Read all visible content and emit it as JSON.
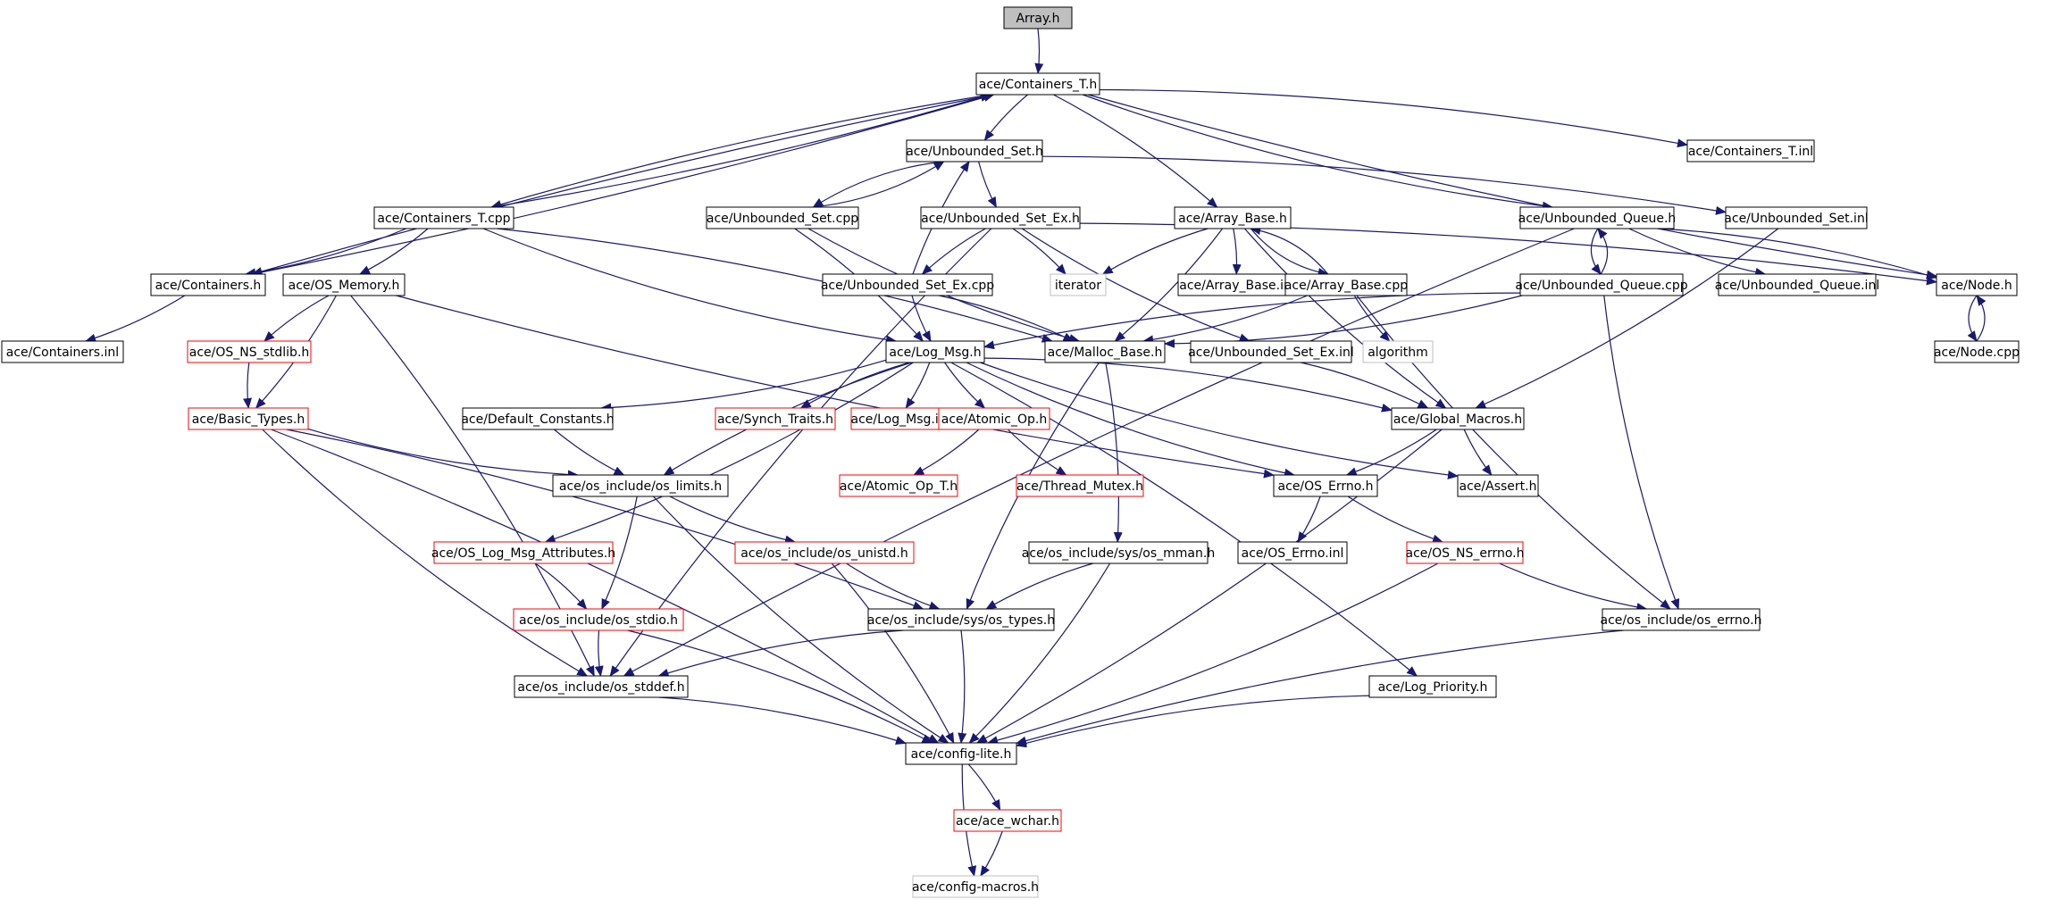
{
  "colors": {
    "edge": "#191970",
    "black_box": "#000000",
    "red_box": "#ff0000",
    "gray_box": "#bfbfbf",
    "root_fill": "#bfbfbf",
    "text": "#000000"
  },
  "nodes": [
    {
      "id": "array_h",
      "label": "Array.h",
      "style": "root"
    },
    {
      "id": "containers_t_h",
      "label": "ace/Containers_T.h",
      "style": "black"
    },
    {
      "id": "unbounded_set_h",
      "label": "ace/Unbounded_Set.h",
      "style": "black"
    },
    {
      "id": "containers_t_inl",
      "label": "ace/Containers_T.inl",
      "style": "black"
    },
    {
      "id": "containers_t_cpp",
      "label": "ace/Containers_T.cpp",
      "style": "black"
    },
    {
      "id": "unbounded_set_cpp",
      "label": "ace/Unbounded_Set.cpp",
      "style": "black"
    },
    {
      "id": "unbounded_set_ex_h",
      "label": "ace/Unbounded_Set_Ex.h",
      "style": "black"
    },
    {
      "id": "array_base_h",
      "label": "ace/Array_Base.h",
      "style": "black"
    },
    {
      "id": "unbounded_queue_h",
      "label": "ace/Unbounded_Queue.h",
      "style": "black"
    },
    {
      "id": "unbounded_set_inl",
      "label": "ace/Unbounded_Set.inl",
      "style": "black"
    },
    {
      "id": "containers_h",
      "label": "ace/Containers.h",
      "style": "black"
    },
    {
      "id": "os_memory_h",
      "label": "ace/OS_Memory.h",
      "style": "black"
    },
    {
      "id": "unbounded_set_ex_cpp",
      "label": "ace/Unbounded_Set_Ex.cpp",
      "style": "black"
    },
    {
      "id": "iterator",
      "label": "iterator",
      "style": "gray"
    },
    {
      "id": "array_base_inl",
      "label": "ace/Array_Base.inl",
      "style": "black"
    },
    {
      "id": "array_base_cpp",
      "label": "ace/Array_Base.cpp",
      "style": "black"
    },
    {
      "id": "unbounded_queue_cpp",
      "label": "ace/Unbounded_Queue.cpp",
      "style": "black"
    },
    {
      "id": "unbounded_queue_inl",
      "label": "ace/Unbounded_Queue.inl",
      "style": "black"
    },
    {
      "id": "node_h",
      "label": "ace/Node.h",
      "style": "black"
    },
    {
      "id": "containers_inl",
      "label": "ace/Containers.inl",
      "style": "black"
    },
    {
      "id": "os_ns_stdlib_h",
      "label": "ace/OS_NS_stdlib.h",
      "style": "red"
    },
    {
      "id": "log_msg_h",
      "label": "ace/Log_Msg.h",
      "style": "black"
    },
    {
      "id": "malloc_base_h",
      "label": "ace/Malloc_Base.h",
      "style": "black"
    },
    {
      "id": "unbounded_set_ex_inl",
      "label": "ace/Unbounded_Set_Ex.inl",
      "style": "black"
    },
    {
      "id": "algorithm",
      "label": "algorithm",
      "style": "gray"
    },
    {
      "id": "node_cpp",
      "label": "ace/Node.cpp",
      "style": "black"
    },
    {
      "id": "basic_types_h",
      "label": "ace/Basic_Types.h",
      "style": "red"
    },
    {
      "id": "default_constants_h",
      "label": "ace/Default_Constants.h",
      "style": "black"
    },
    {
      "id": "synch_traits_h",
      "label": "ace/Synch_Traits.h",
      "style": "red"
    },
    {
      "id": "log_msg_inl",
      "label": "ace/Log_Msg.inl",
      "style": "red"
    },
    {
      "id": "atomic_op_h",
      "label": "ace/Atomic_Op.h",
      "style": "red"
    },
    {
      "id": "global_macros_h",
      "label": "ace/Global_Macros.h",
      "style": "black"
    },
    {
      "id": "os_limits_h",
      "label": "ace/os_include/os_limits.h",
      "style": "black"
    },
    {
      "id": "atomic_op_t_h",
      "label": "ace/Atomic_Op_T.h",
      "style": "red"
    },
    {
      "id": "thread_mutex_h",
      "label": "ace/Thread_Mutex.h",
      "style": "red"
    },
    {
      "id": "os_errno_h",
      "label": "ace/OS_Errno.h",
      "style": "black"
    },
    {
      "id": "assert_h",
      "label": "ace/Assert.h",
      "style": "black"
    },
    {
      "id": "os_log_msg_attributes_h",
      "label": "ace/OS_Log_Msg_Attributes.h",
      "style": "red"
    },
    {
      "id": "os_unistd_h",
      "label": "ace/os_include/os_unistd.h",
      "style": "red"
    },
    {
      "id": "os_mman_h",
      "label": "ace/os_include/sys/os_mman.h",
      "style": "black"
    },
    {
      "id": "os_errno_inl",
      "label": "ace/OS_Errno.inl",
      "style": "black"
    },
    {
      "id": "os_ns_errno_h",
      "label": "ace/OS_NS_errno.h",
      "style": "red"
    },
    {
      "id": "os_stdio_h",
      "label": "ace/os_include/os_stdio.h",
      "style": "red"
    },
    {
      "id": "os_types_h",
      "label": "ace/os_include/sys/os_types.h",
      "style": "black"
    },
    {
      "id": "os_include_errno_h",
      "label": "ace/os_include/os_errno.h",
      "style": "black"
    },
    {
      "id": "os_stddef_h",
      "label": "ace/os_include/os_stddef.h",
      "style": "black"
    },
    {
      "id": "log_priority_h",
      "label": "ace/Log_Priority.h",
      "style": "black"
    },
    {
      "id": "config_lite_h",
      "label": "ace/config-lite.h",
      "style": "black"
    },
    {
      "id": "ace_wchar_h",
      "label": "ace/ace_wchar.h",
      "style": "red"
    },
    {
      "id": "config_macros_h",
      "label": "ace/config-macros.h",
      "style": "gray"
    }
  ],
  "edges": [
    [
      "array_h",
      "containers_t_h"
    ],
    [
      "containers_t_h",
      "unbounded_set_h"
    ],
    [
      "containers_t_h",
      "containers_t_inl"
    ],
    [
      "containers_t_h",
      "containers_t_cpp"
    ],
    [
      "containers_t_h",
      "array_base_h"
    ],
    [
      "containers_t_h",
      "unbounded_queue_h"
    ],
    [
      "containers_t_h",
      "containers_h"
    ],
    [
      "containers_t_h",
      "node_h"
    ],
    [
      "unbounded_set_h",
      "unbounded_set_cpp"
    ],
    [
      "unbounded_set_h",
      "unbounded_set_ex_h"
    ],
    [
      "unbounded_set_h",
      "unbounded_set_inl"
    ],
    [
      "unbounded_set_cpp",
      "unbounded_set_h"
    ],
    [
      "unbounded_set_cpp",
      "log_msg_h"
    ],
    [
      "unbounded_set_cpp",
      "malloc_base_h"
    ],
    [
      "containers_t_cpp",
      "containers_h"
    ],
    [
      "containers_t_cpp",
      "containers_t_h"
    ],
    [
      "containers_t_cpp",
      "os_memory_h"
    ],
    [
      "containers_t_cpp",
      "log_msg_h"
    ],
    [
      "containers_t_cpp",
      "malloc_base_h"
    ],
    [
      "containers_h",
      "containers_t_h"
    ],
    [
      "containers_h",
      "containers_inl"
    ],
    [
      "unbounded_set_ex_h",
      "unbounded_set_ex_cpp"
    ],
    [
      "unbounded_set_ex_h",
      "iterator"
    ],
    [
      "unbounded_set_ex_h",
      "unbounded_set_ex_inl"
    ],
    [
      "unbounded_set_ex_h",
      "node_h"
    ],
    [
      "unbounded_set_ex_h",
      "os_stddef_h"
    ],
    [
      "unbounded_set_ex_cpp",
      "unbounded_set_h"
    ],
    [
      "unbounded_set_ex_cpp",
      "log_msg_h"
    ],
    [
      "unbounded_set_ex_cpp",
      "malloc_base_h"
    ],
    [
      "array_base_h",
      "iterator"
    ],
    [
      "array_base_h",
      "array_base_inl"
    ],
    [
      "array_base_h",
      "array_base_cpp"
    ],
    [
      "array_base_h",
      "malloc_base_h"
    ],
    [
      "array_base_h",
      "global_macros_h"
    ],
    [
      "array_base_cpp",
      "array_base_h"
    ],
    [
      "array_base_cpp",
      "algorithm"
    ],
    [
      "array_base_cpp",
      "malloc_base_h"
    ],
    [
      "array_base_cpp",
      "os_include_errno_h"
    ],
    [
      "unbounded_queue_h",
      "unbounded_queue_cpp"
    ],
    [
      "unbounded_queue_h",
      "unbounded_queue_inl"
    ],
    [
      "unbounded_queue_h",
      "node_h"
    ],
    [
      "unbounded_queue_h",
      "os_stddef_h"
    ],
    [
      "unbounded_queue_cpp",
      "unbounded_queue_h"
    ],
    [
      "unbounded_queue_cpp",
      "log_msg_h"
    ],
    [
      "unbounded_queue_cpp",
      "malloc_base_h"
    ],
    [
      "unbounded_queue_cpp",
      "os_include_errno_h"
    ],
    [
      "unbounded_set_inl",
      "global_macros_h"
    ],
    [
      "node_h",
      "node_cpp"
    ],
    [
      "node_cpp",
      "node_h"
    ],
    [
      "os_memory_h",
      "os_ns_stdlib_h"
    ],
    [
      "os_memory_h",
      "basic_types_h"
    ],
    [
      "os_memory_h",
      "os_errno_h"
    ],
    [
      "os_memory_h",
      "os_stddef_h"
    ],
    [
      "os_ns_stdlib_h",
      "basic_types_h"
    ],
    [
      "log_msg_h",
      "default_constants_h"
    ],
    [
      "log_msg_h",
      "synch_traits_h"
    ],
    [
      "log_msg_h",
      "log_msg_inl"
    ],
    [
      "log_msg_h",
      "atomic_op_h"
    ],
    [
      "log_msg_h",
      "global_macros_h"
    ],
    [
      "log_msg_h",
      "os_limits_h"
    ],
    [
      "log_msg_h",
      "os_log_msg_attributes_h"
    ],
    [
      "log_msg_h",
      "assert_h"
    ],
    [
      "log_msg_h",
      "log_priority_h"
    ],
    [
      "log_msg_h",
      "os_errno_h"
    ],
    [
      "malloc_base_h",
      "os_mman_h"
    ],
    [
      "malloc_base_h",
      "os_types_h"
    ],
    [
      "unbounded_set_ex_inl",
      "global_macros_h"
    ],
    [
      "basic_types_h",
      "os_limits_h"
    ],
    [
      "basic_types_h",
      "os_types_h"
    ],
    [
      "basic_types_h",
      "os_stddef_h"
    ],
    [
      "basic_types_h",
      "config_lite_h"
    ],
    [
      "default_constants_h",
      "os_limits_h"
    ],
    [
      "atomic_op_h",
      "atomic_op_t_h"
    ],
    [
      "atomic_op_h",
      "thread_mutex_h"
    ],
    [
      "global_macros_h",
      "os_errno_h"
    ],
    [
      "global_macros_h",
      "assert_h"
    ],
    [
      "global_macros_h",
      "config_lite_h"
    ],
    [
      "os_limits_h",
      "os_unistd_h"
    ],
    [
      "os_limits_h",
      "os_stdio_h"
    ],
    [
      "os_limits_h",
      "config_lite_h"
    ],
    [
      "os_errno_h",
      "os_errno_inl"
    ],
    [
      "os_errno_h",
      "os_ns_errno_h"
    ],
    [
      "os_log_msg_attributes_h",
      "os_stdio_h"
    ],
    [
      "os_unistd_h",
      "os_types_h"
    ],
    [
      "os_unistd_h",
      "config_lite_h"
    ],
    [
      "os_mman_h",
      "os_types_h"
    ],
    [
      "os_mman_h",
      "config_lite_h"
    ],
    [
      "os_ns_errno_h",
      "os_include_errno_h"
    ],
    [
      "os_ns_errno_h",
      "config_lite_h"
    ],
    [
      "os_stdio_h",
      "os_stddef_h"
    ],
    [
      "os_stdio_h",
      "config_lite_h"
    ],
    [
      "os_types_h",
      "os_stddef_h"
    ],
    [
      "os_types_h",
      "config_lite_h"
    ],
    [
      "os_include_errno_h",
      "config_lite_h"
    ],
    [
      "os_stddef_h",
      "config_lite_h"
    ],
    [
      "log_priority_h",
      "config_lite_h"
    ],
    [
      "config_lite_h",
      "ace_wchar_h"
    ],
    [
      "config_lite_h",
      "config_macros_h"
    ],
    [
      "ace_wchar_h",
      "config_macros_h"
    ]
  ]
}
